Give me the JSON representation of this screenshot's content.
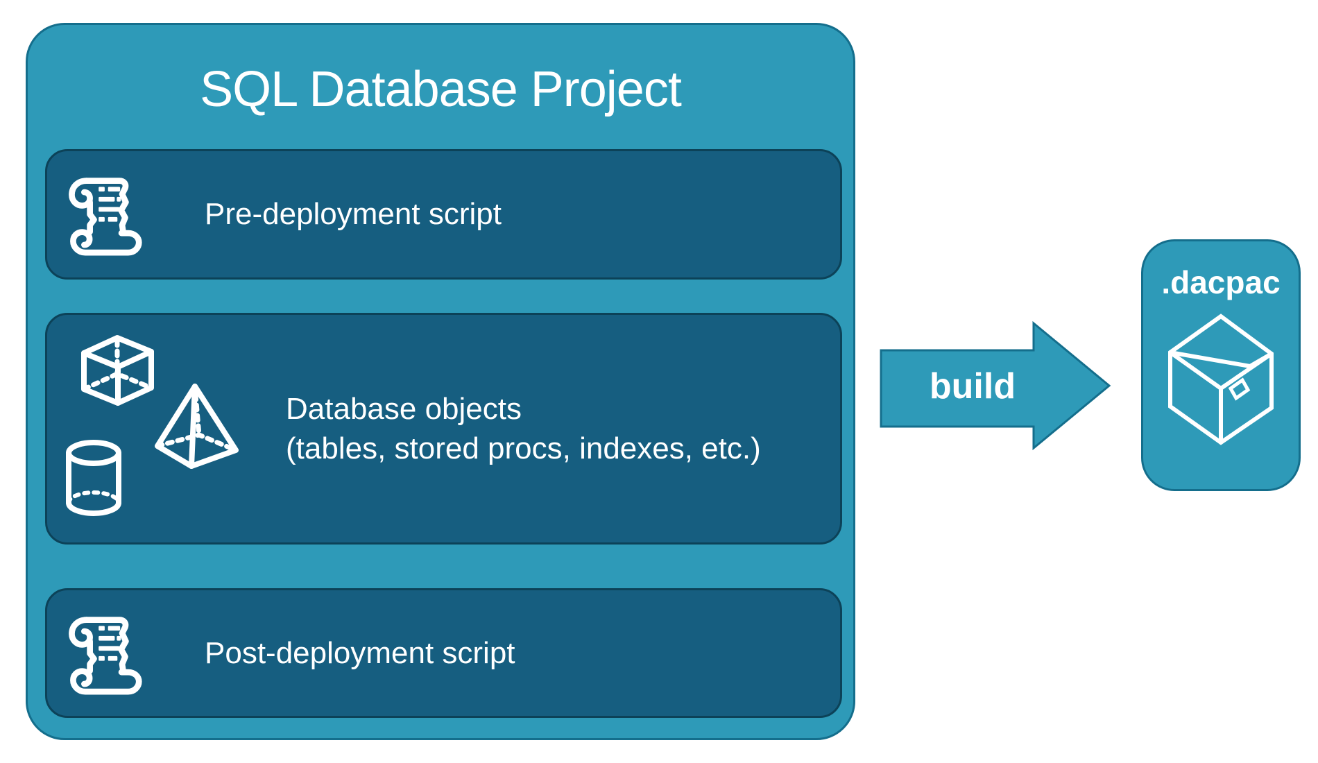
{
  "project": {
    "title": "SQL Database Project",
    "boxes": [
      {
        "label": "Pre-deployment script",
        "icon": "scroll-icon"
      },
      {
        "label": "Database objects",
        "sublabel": "(tables, stored procs, indexes, etc.)",
        "icons": [
          "cube-icon",
          "pyramid-icon",
          "cylinder-icon"
        ]
      },
      {
        "label": "Post-deployment script",
        "icon": "scroll-icon"
      }
    ]
  },
  "arrow": {
    "label": "build",
    "direction": "right"
  },
  "output": {
    "label": ".dacpac",
    "icon": "package-icon"
  },
  "colors": {
    "teal_fill": "#2E9AB8",
    "teal_border": "#146E8C",
    "panel_fill": "#165E80",
    "panel_border": "#0C4258",
    "text": "#FFFFFF",
    "background": "#FFFFFF"
  }
}
